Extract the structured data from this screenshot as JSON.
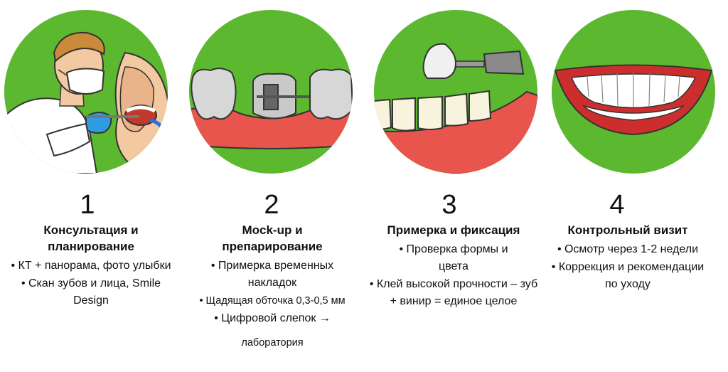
{
  "steps": [
    {
      "number": "1",
      "title": "Консультация и планирование",
      "items": [
        "• КТ + панорама, фото улыбки",
        "• Скан зубов и лица, Smile Design"
      ],
      "icon": "dentist-consultation-icon"
    },
    {
      "number": "2",
      "title": "Mock-up и препарирование",
      "items": [
        "• Примерка временных накладок",
        "• Щадящая обточка 0,3‑0,5 мм",
        "• Цифровой слепок →",
        "лаборатория"
      ],
      "icon": "tooth-preparation-icon"
    },
    {
      "number": "3",
      "title": "Примерка и фиксация",
      "items": [
        "• Проверка формы и цвета",
        "• Клей высокой прочности – зуб + винир = единое целое"
      ],
      "icon": "veneer-fitting-icon"
    },
    {
      "number": "4",
      "title": "Контрольный визит",
      "items": [
        "• Осмотр через 1-2 недели",
        "• Коррекция и рекомендации по уходу"
      ],
      "icon": "smile-icon"
    }
  ],
  "colors": {
    "circle": "#5cb82f",
    "gum": "#e8554c",
    "tooth": "#f7f3dc",
    "text": "#111111"
  }
}
